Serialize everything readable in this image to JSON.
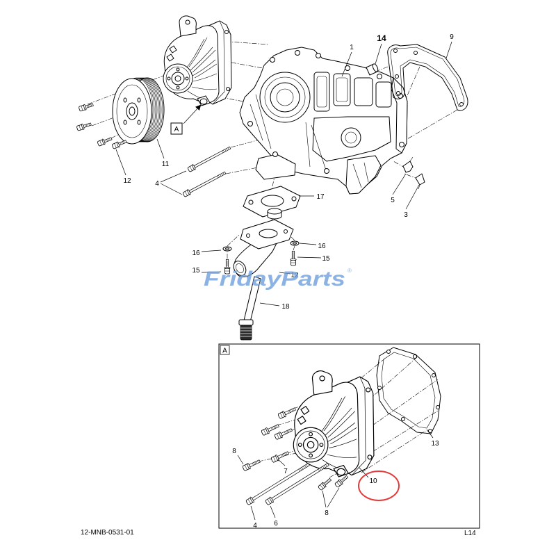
{
  "document": {
    "drawing_id": "12-MNB-0531-01",
    "page_code": "L14"
  },
  "watermark": {
    "part1": "Friday",
    "part2": "Parts",
    "mark": "®",
    "color": "#6f9fdc"
  },
  "detail_reference": {
    "label": "A"
  },
  "inset": {
    "label": "A"
  },
  "callouts": {
    "main": [
      "1",
      "14",
      "9",
      "11",
      "12",
      "4",
      "17",
      "5",
      "3",
      "16",
      "16",
      "15",
      "15",
      "12",
      "18"
    ],
    "inset": [
      "13",
      "8",
      "7",
      "10",
      "8",
      "4",
      "6"
    ]
  },
  "highlight": {
    "color": "#e23b3b"
  },
  "colors": {
    "line": "#000000",
    "background": "#ffffff"
  }
}
